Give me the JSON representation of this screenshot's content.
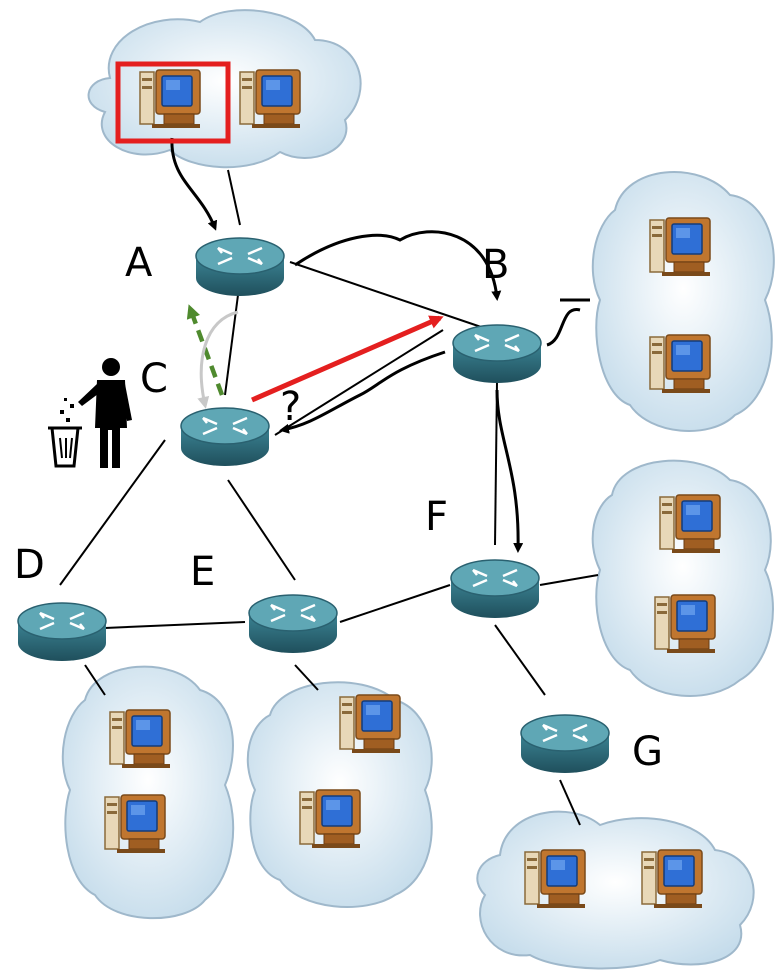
{
  "colors": {
    "cloud_fill": "#d4e6f1",
    "cloud_stroke": "#b0c4d6",
    "router_body": "#2d6f80",
    "router_top": "#5fa7b5",
    "highlight_box": "#e41f1f",
    "forward_arrow": "#e41f1f",
    "back_arrow": "#4f8a2e",
    "grey_arrow": "#c8c8c8",
    "monitor_screen": "#2f6fd6",
    "monitor_body": "#b86a2c"
  },
  "icons": {
    "router": "router-icon",
    "computer": "computer-icon",
    "cloud": "cloud-icon",
    "trash": "trash-person-icon"
  },
  "routers": [
    {
      "id": "A",
      "label": "A"
    },
    {
      "id": "B",
      "label": "B"
    },
    {
      "id": "C",
      "label": "C"
    },
    {
      "id": "D",
      "label": "D"
    },
    {
      "id": "E",
      "label": "E"
    },
    {
      "id": "F",
      "label": "F"
    },
    {
      "id": "G",
      "label": "G"
    }
  ],
  "annotations": {
    "question_mark": "?"
  }
}
